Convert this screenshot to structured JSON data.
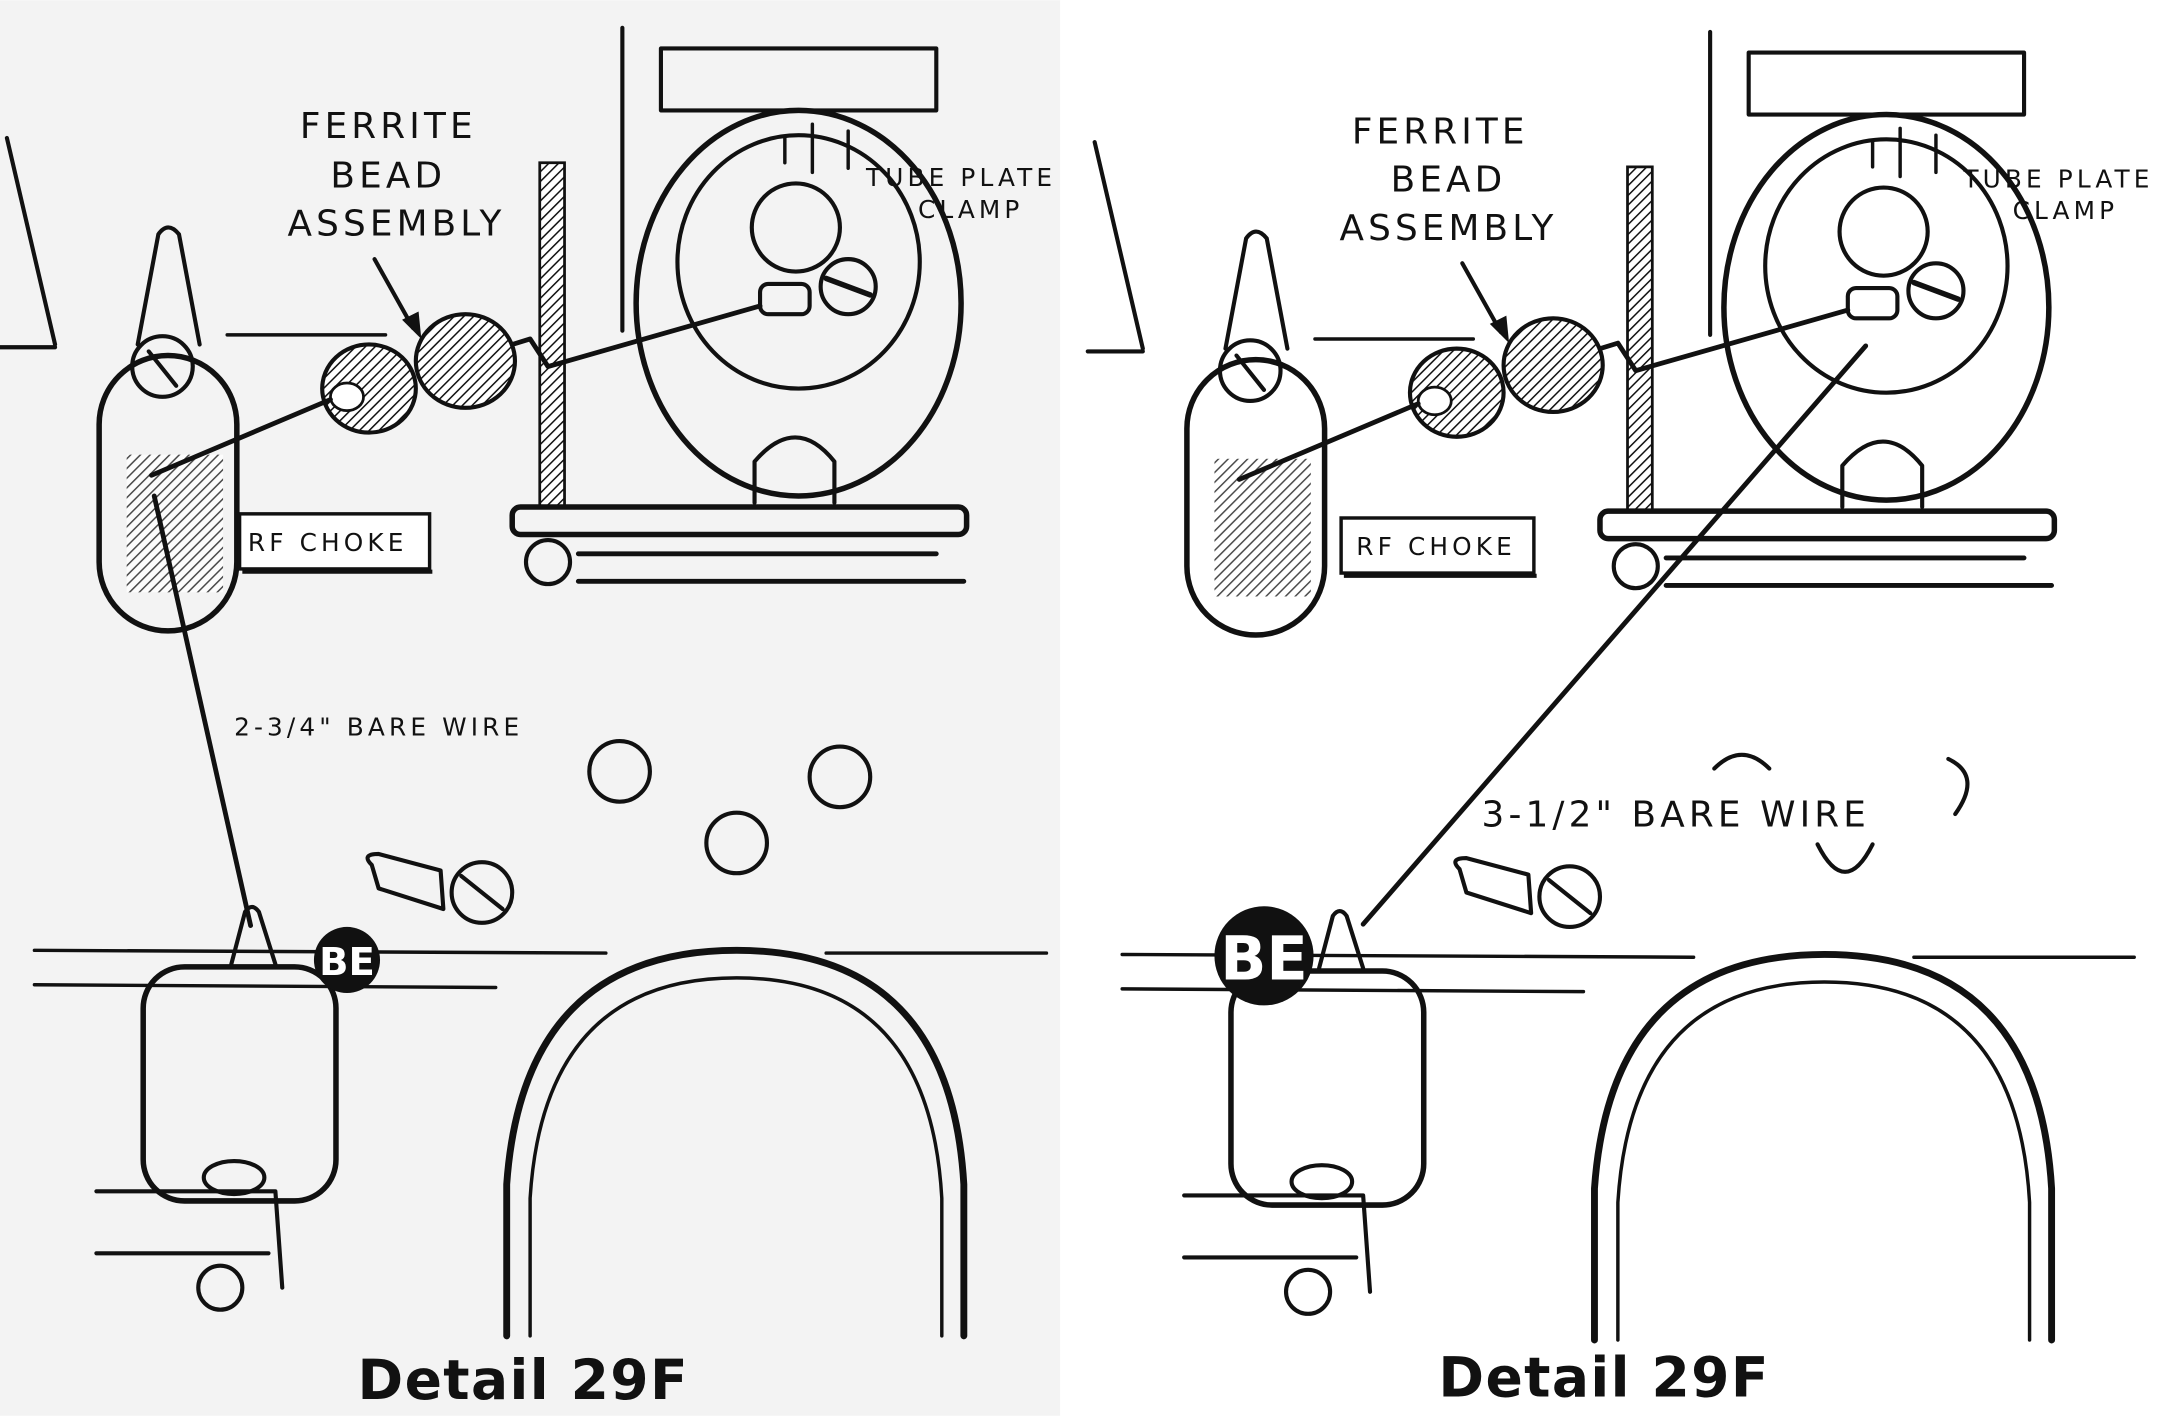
{
  "panels": [
    {
      "ferrite_label": [
        "FERRITE",
        "BEAD",
        "ASSEMBLY"
      ],
      "tube_plate_label": [
        "TUBE PLATE",
        "CLAMP"
      ],
      "rf_choke_label": "RF CHOKE",
      "wire_label": "2-3/4\" BARE WIRE",
      "badge": "BE",
      "caption": "Detail 29F",
      "background": "#f3f3f3",
      "capacitor_fill": "dotted"
    },
    {
      "ferrite_label": [
        "FERRITE",
        "BEAD",
        "ASSEMBLY"
      ],
      "tube_plate_label": [
        "TUBE PLATE",
        "CLAMP"
      ],
      "rf_choke_label": "RF CHOKE",
      "wire_label": "3-1/2\" BARE WIRE",
      "badge": "BE",
      "caption": "Detail 29F",
      "background": "#ffffff",
      "capacitor_fill": "hatched"
    }
  ],
  "colors": {
    "ink": "#111111",
    "paper_left": "#f3f3f3",
    "paper_right": "#ffffff"
  }
}
